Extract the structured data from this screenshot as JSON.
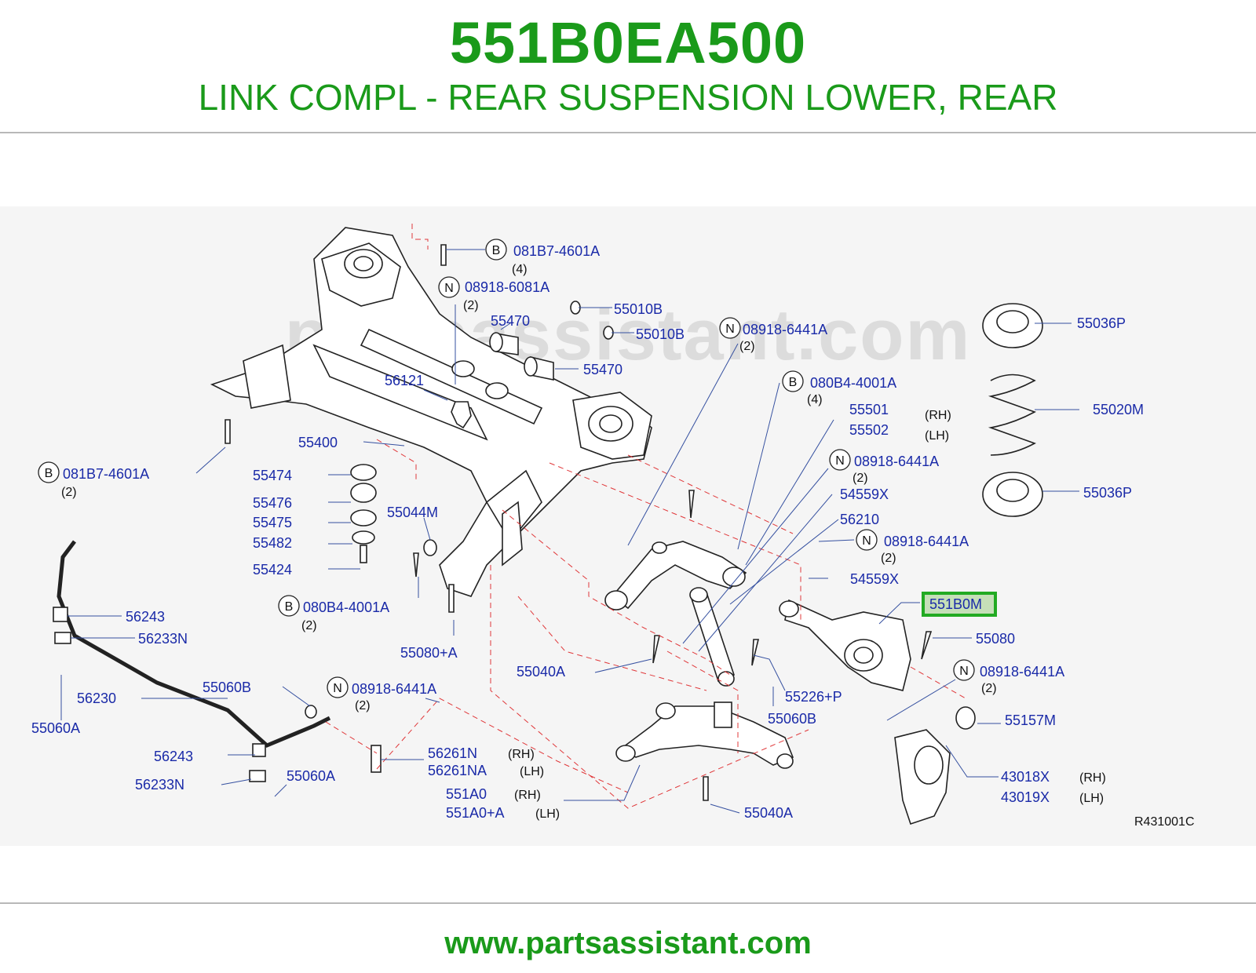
{
  "header": {
    "part_number": "551B0EA500",
    "description": "LINK COMPL - REAR SUSPENSION LOWER, REAR"
  },
  "watermark": "partsassistant.com",
  "highlight_color": "#22aa22",
  "callouts": {
    "c1": {
      "text": "081B7-4601A",
      "badge": "B",
      "qty": "(4)"
    },
    "c2": {
      "text": "08918-6081A",
      "badge": "N",
      "qty": "(2)"
    },
    "c3": {
      "text": "55010B"
    },
    "c4": {
      "text": "55470"
    },
    "c5": {
      "text": "55010B"
    },
    "c6": {
      "text": "08918-6441A",
      "badge": "N",
      "qty": "(2)"
    },
    "c7": {
      "text": "55036P"
    },
    "c8": {
      "text": "55470"
    },
    "c9": {
      "text": "56121"
    },
    "c10": {
      "text": "080B4-4001A",
      "badge": "B",
      "qty": "(4)"
    },
    "c11": {
      "text": "55501",
      "side": "(RH)"
    },
    "c12": {
      "text": "55502",
      "side": "(LH)"
    },
    "c13": {
      "text": "55020M"
    },
    "c14": {
      "text": "55400"
    },
    "c15": {
      "text": "081B7-4601A",
      "badge": "B",
      "qty": "(2)"
    },
    "c16": {
      "text": "08918-6441A",
      "badge": "N",
      "qty": "(2)"
    },
    "c17": {
      "text": "55474"
    },
    "c18": {
      "text": "54559X"
    },
    "c19": {
      "text": "55036P"
    },
    "c20": {
      "text": "55476"
    },
    "c21": {
      "text": "55044M"
    },
    "c22": {
      "text": "56210"
    },
    "c23": {
      "text": "55475"
    },
    "c24": {
      "text": "08918-6441A",
      "badge": "N",
      "qty": "(2)"
    },
    "c25": {
      "text": "55482"
    },
    "c26": {
      "text": "54559X"
    },
    "c27": {
      "text": "55424"
    },
    "c28": {
      "text": "551B0M"
    },
    "c29": {
      "text": "080B4-4001A",
      "badge": "B",
      "qty": "(2)"
    },
    "c30": {
      "text": "56243"
    },
    "c31": {
      "text": "56233N"
    },
    "c32": {
      "text": "55080"
    },
    "c33": {
      "text": "55080+A"
    },
    "c34": {
      "text": "55040A"
    },
    "c35": {
      "text": "08918-6441A",
      "badge": "N",
      "qty": "(2)"
    },
    "c36": {
      "text": "55060B"
    },
    "c37": {
      "text": "55226+P"
    },
    "c38": {
      "text": "08918-6441A",
      "badge": "N",
      "qty": "(2)"
    },
    "c39": {
      "text": "56230"
    },
    "c40": {
      "text": "55060B"
    },
    "c41": {
      "text": "55157M"
    },
    "c42": {
      "text": "55060A"
    },
    "c43": {
      "text": "56243"
    },
    "c44": {
      "text": "56261N",
      "side": "(RH)"
    },
    "c45": {
      "text": "56261NA",
      "side": "(LH)"
    },
    "c46": {
      "text": "43018X",
      "side": "(RH)"
    },
    "c47": {
      "text": "56233N"
    },
    "c48": {
      "text": "55060A"
    },
    "c49": {
      "text": "551A0",
      "side": "(RH)"
    },
    "c50": {
      "text": "43019X",
      "side": "(LH)"
    },
    "c51": {
      "text": "551A0+A",
      "side": "(LH)"
    },
    "c52": {
      "text": "55040A"
    }
  },
  "diagram_ref": "R431001C",
  "footer": {
    "url": "www.partsassistant.com"
  }
}
